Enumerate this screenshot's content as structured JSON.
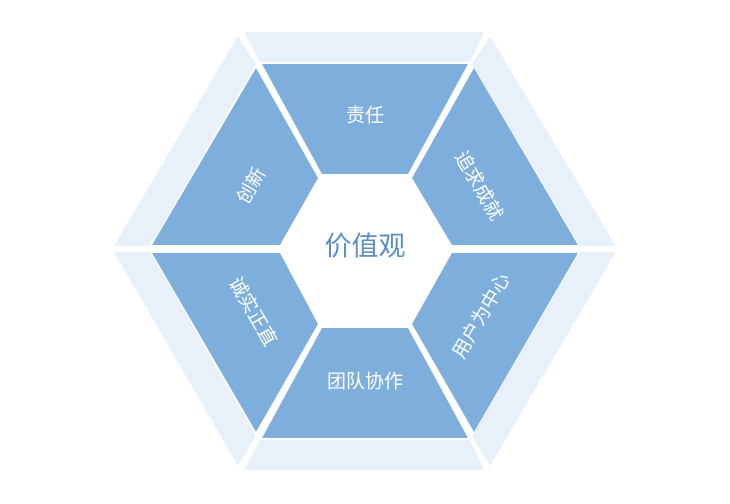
{
  "diagram": {
    "center": "价值观",
    "segments": [
      {
        "id": "top",
        "label": "责任"
      },
      {
        "id": "upper-right",
        "label": "追求成就"
      },
      {
        "id": "lower-right",
        "label": "用户为中心"
      },
      {
        "id": "bottom",
        "label": "团队协作"
      },
      {
        "id": "lower-left",
        "label": "诚实正直"
      },
      {
        "id": "upper-left",
        "label": "创新"
      }
    ],
    "colors": {
      "segment": "#7eaedb",
      "rim": "#e8f1f9",
      "center_text": "#5b8fc6",
      "label_text": "#ffffff"
    }
  }
}
